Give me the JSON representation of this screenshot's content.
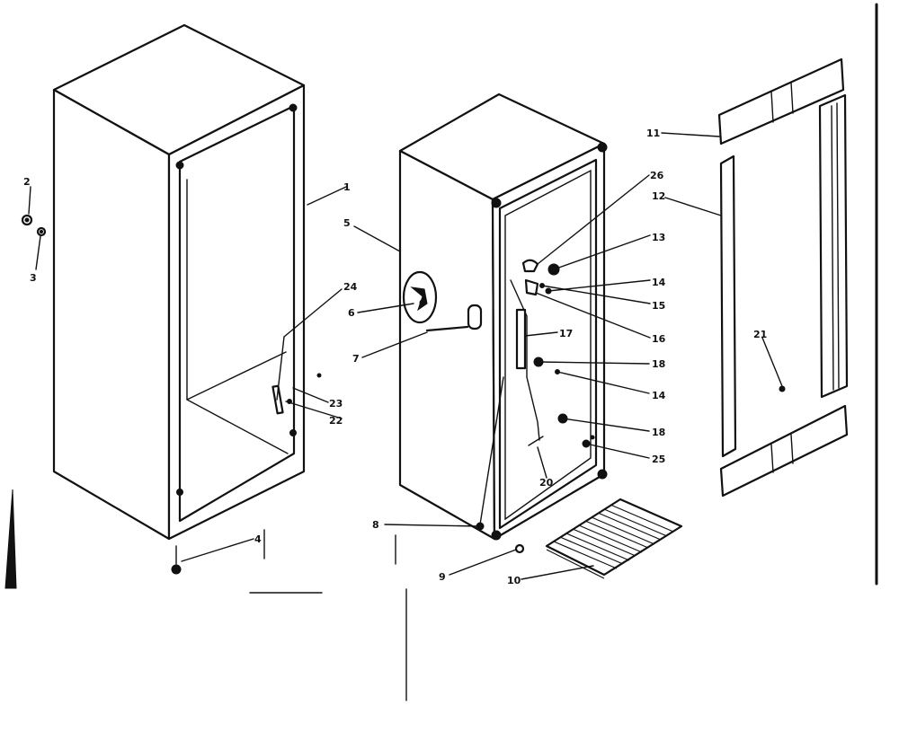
{
  "callouts": [
    {
      "id": "c1",
      "label": "1"
    },
    {
      "id": "c2",
      "label": "2"
    },
    {
      "id": "c3",
      "label": "3"
    },
    {
      "id": "c4",
      "label": "4"
    },
    {
      "id": "c5",
      "label": "5"
    },
    {
      "id": "c6",
      "label": "6"
    },
    {
      "id": "c7",
      "label": "7"
    },
    {
      "id": "c8",
      "label": "8"
    },
    {
      "id": "c9",
      "label": "9"
    },
    {
      "id": "c10",
      "label": "10"
    },
    {
      "id": "c11",
      "label": "11"
    },
    {
      "id": "c12",
      "label": "12"
    },
    {
      "id": "c13",
      "label": "13"
    },
    {
      "id": "c14a",
      "label": "14"
    },
    {
      "id": "c14b",
      "label": "14"
    },
    {
      "id": "c15",
      "label": "15"
    },
    {
      "id": "c16",
      "label": "16"
    },
    {
      "id": "c17",
      "label": "17"
    },
    {
      "id": "c18a",
      "label": "18"
    },
    {
      "id": "c18b",
      "label": "18"
    },
    {
      "id": "c20",
      "label": "20"
    },
    {
      "id": "c21",
      "label": "21"
    },
    {
      "id": "c22",
      "label": "22"
    },
    {
      "id": "c23",
      "label": "23"
    },
    {
      "id": "c24",
      "label": "24"
    },
    {
      "id": "c25",
      "label": "25"
    },
    {
      "id": "c26",
      "label": "26"
    }
  ]
}
